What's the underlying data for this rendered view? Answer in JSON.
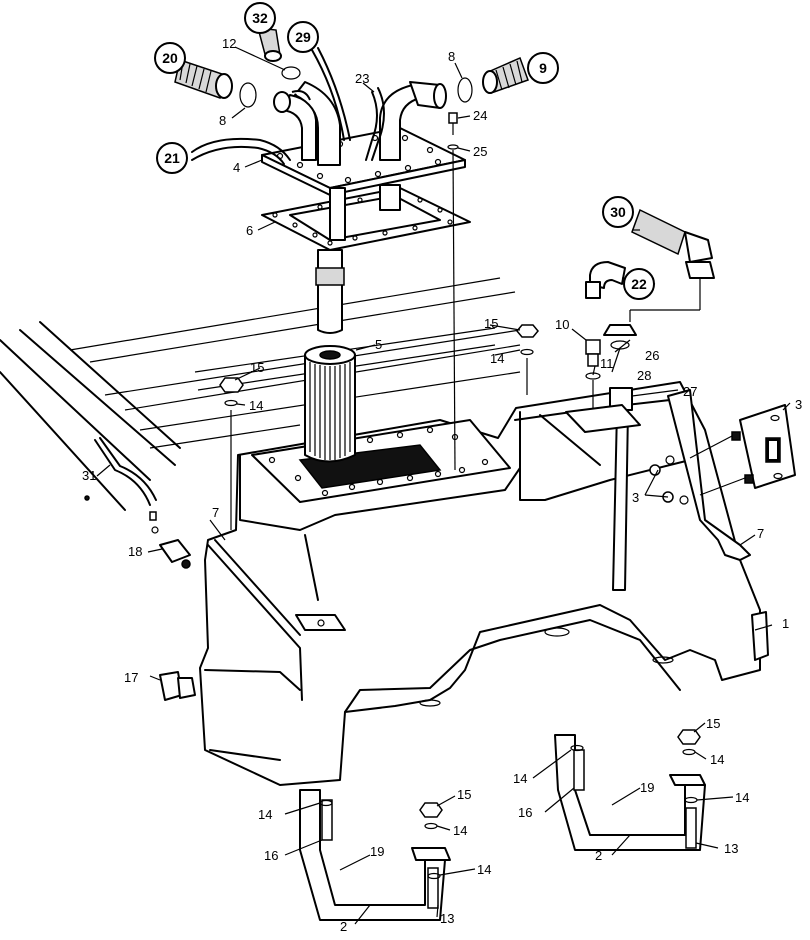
{
  "diagram": {
    "callouts": {
      "c1": "1",
      "c2a": "2",
      "c2b": "2",
      "c3a": "3",
      "c3b": "3",
      "c4": "4",
      "c5": "5",
      "c6": "6",
      "c7a": "7",
      "c7b": "7",
      "c8a": "8",
      "c8b": "8",
      "c10": "10",
      "c11": "11",
      "c12": "12",
      "c13a": "13",
      "c13b": "13",
      "c14a": "14",
      "c14b": "14",
      "c14c": "14",
      "c14d": "14",
      "c14e": "14",
      "c14f": "14",
      "c14g": "14",
      "c14h": "14",
      "c15a": "15",
      "c15b": "15",
      "c15c": "15",
      "c15d": "15",
      "c16a": "16",
      "c16b": "16",
      "c17": "17",
      "c18": "18",
      "c19a": "19",
      "c19b": "19",
      "c23": "23",
      "c24": "24",
      "c25": "25",
      "c26": "26",
      "c27": "27",
      "c28": "28",
      "c31": "31"
    },
    "bubbles": {
      "b9": "9",
      "b20": "20",
      "b21": "21",
      "b22": "22",
      "b29": "29",
      "b30": "30",
      "b32": "32"
    }
  }
}
